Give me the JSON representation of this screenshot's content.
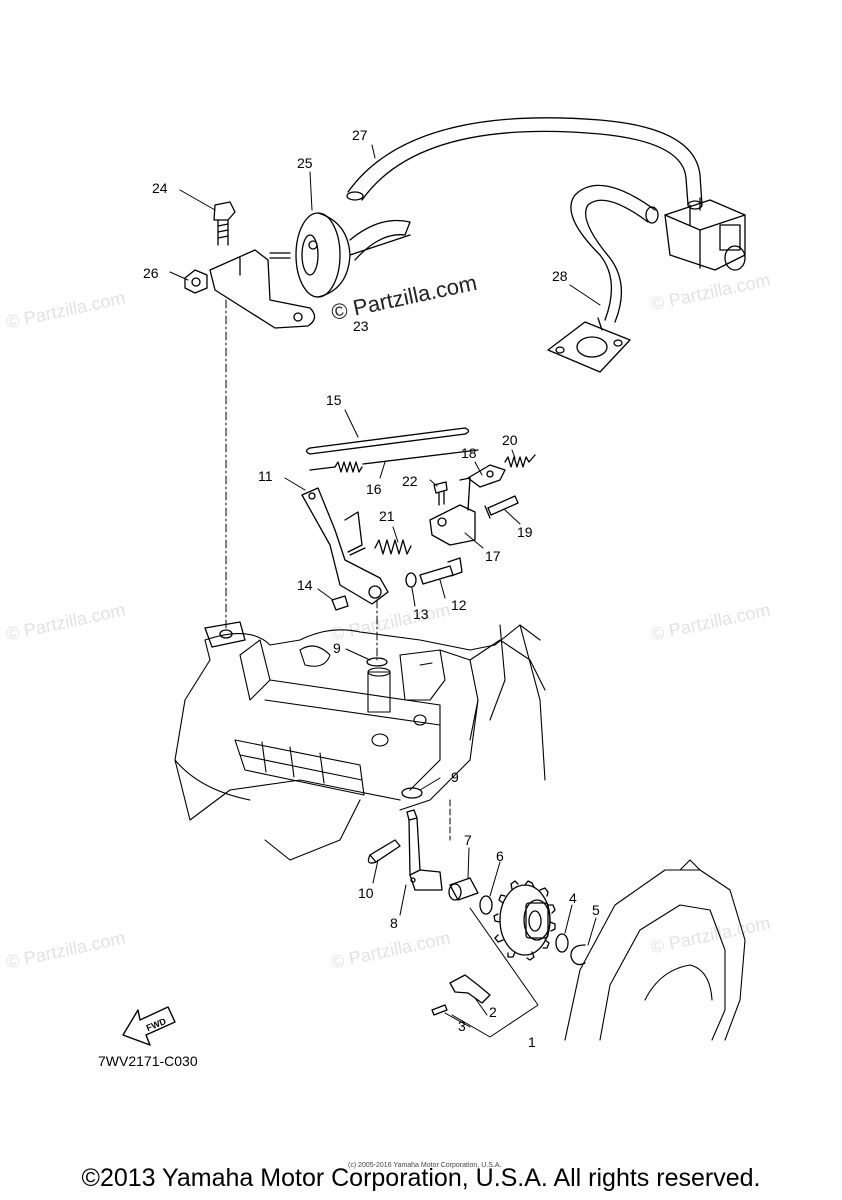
{
  "diagram_code": "7WV2171-C030",
  "brand_watermark": "© Partzilla.com",
  "side_watermark": "© Partzilla.com",
  "fwd_label": "FWD",
  "small_copyright": "(c) 2005-2016 Yamaha Motor Corporation, U.S.A.",
  "copyright": "©2013 Yamaha Motor Corporation, U.S.A. All rights reserved.",
  "callouts": {
    "c1": "1",
    "c2": "2",
    "c3": "3",
    "c4": "4",
    "c5": "5",
    "c6": "6",
    "c7": "7",
    "c8": "8",
    "c9a": "9",
    "c9b": "9",
    "c10": "10",
    "c11": "11",
    "c12": "12",
    "c13": "13",
    "c14": "14",
    "c15": "15",
    "c16": "16",
    "c17": "17",
    "c18": "18",
    "c19": "19",
    "c20": "20",
    "c21": "21",
    "c22": "22",
    "c23": "23",
    "c24": "24",
    "c25": "25",
    "c26": "26",
    "c27": "27",
    "c28": "28"
  }
}
